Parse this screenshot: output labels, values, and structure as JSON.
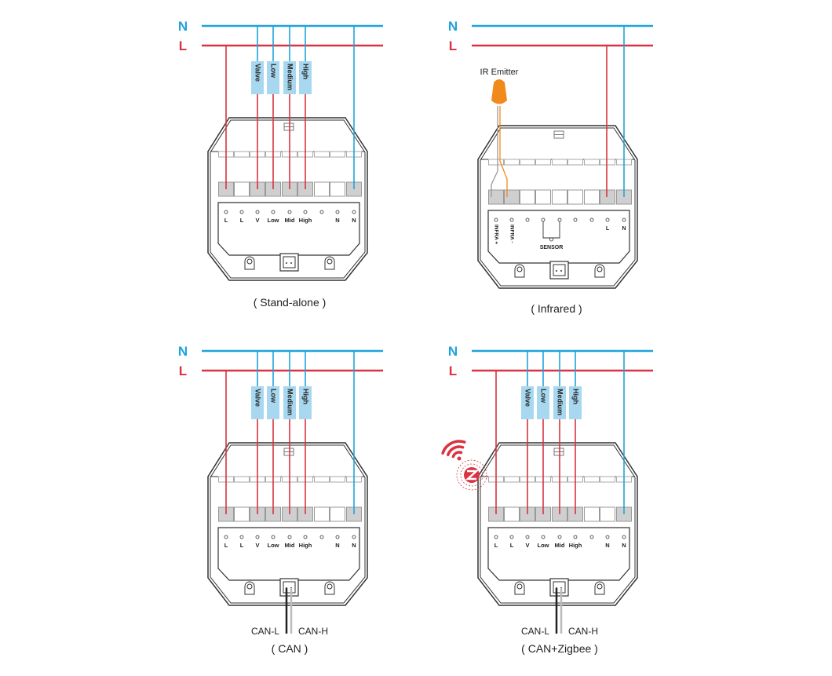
{
  "colors": {
    "neutral": "#1fa3dc",
    "live": "#d9333f",
    "box": "#a8d8f0",
    "terminal": "#cfcfcf",
    "outline": "#333333",
    "ir": "#f08a1c"
  },
  "line_labels": {
    "neutral": "N",
    "live": "L"
  },
  "load_labels": [
    "Valve",
    "Low",
    "Medium",
    "High"
  ],
  "terminal_labels": [
    "L",
    "L",
    "V",
    "Low",
    "Mid",
    "High",
    "",
    "N",
    "N"
  ],
  "infrared": {
    "emitter_label": "IR Emitter",
    "terminal_labels": [
      "INFRA +",
      "INFRA -",
      "",
      "",
      "",
      "",
      "",
      "L",
      "N"
    ],
    "sensor_label": "SENSOR"
  },
  "can": {
    "can_l": "CAN-L",
    "can_h": "CAN-H"
  },
  "captions": [
    "( Stand-alone )",
    "( Infrared )",
    "( CAN )",
    "( CAN+Zigbee )"
  ]
}
